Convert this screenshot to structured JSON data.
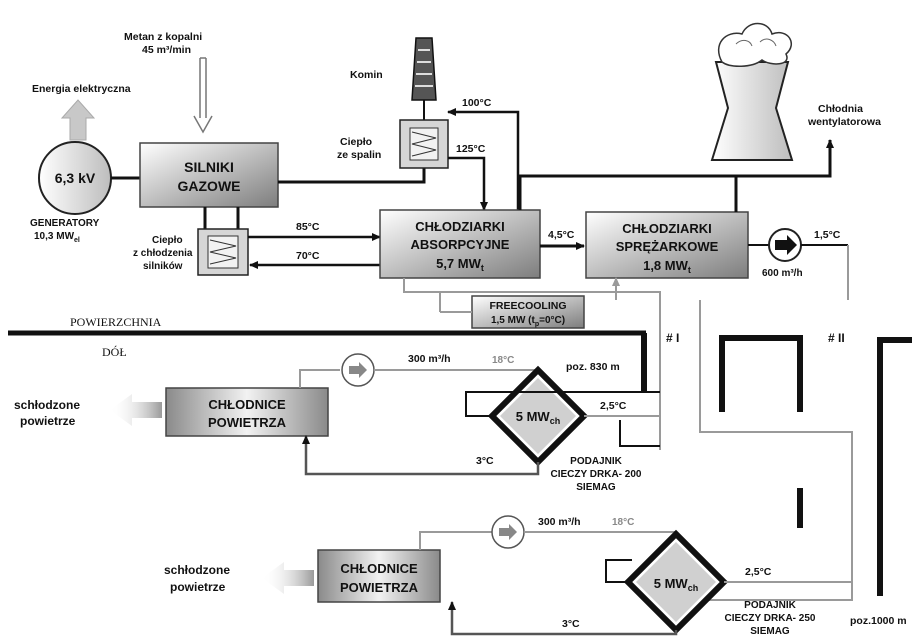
{
  "labels": {
    "metan_line1": "Metan z kopalni",
    "metan_line2": "45 m³/min",
    "energia": "Energia elektryczna",
    "generator_kv": "6,3 kV",
    "generatory_line1": "GENERATORY",
    "generatory_line2": "10,3 MW",
    "generatory_sub": "el",
    "silniki_line1": "SILNIKI",
    "silniki_line2": "GAZOWE",
    "komin": "Komin",
    "cieplo_spalin_line1": "Ciepło",
    "cieplo_spalin_line2": "ze spalin",
    "temp_100": "100°C",
    "temp_125": "125°C",
    "cieplo_silnikow_line1": "Ciepło",
    "cieplo_silnikow_line2": "z chłodzenia",
    "cieplo_silnikow_line3": "silników",
    "temp_85": "85°C",
    "temp_70": "70°C",
    "absorp_line1": "CHŁODZIARKI",
    "absorp_line2": "ABSORPCYJNE",
    "absorp_line3": "5,7 MW",
    "absorp_sub": "t",
    "temp_45": "4,5°C",
    "spr_line1": "CHŁODZIARKI",
    "spr_line2": "SPRĘŻARKOWE",
    "spr_line3": "1,8 MW",
    "spr_sub": "t",
    "temp_15": "1,5°C",
    "flow_600": "600 m³/h",
    "chlodnia_line1": "Chłodnia",
    "chlodnia_line2": "wentylatorowa",
    "free_line1": "FREECOOLING",
    "free_line2": "1,5 MW (t",
    "free_sub": "p",
    "free_line2_end": "=0°C)",
    "powierzchnia": "POWIERZCHNIA",
    "dol": "DÓŁ",
    "shaft_1": "# I",
    "shaft_2": "# II",
    "flow_300_a": "300 m³/h",
    "temp_18_a": "18°C",
    "poz_830": "poz. 830 m",
    "schlodzone_a_line1": "schłodzone",
    "schlodzone_a_line2": "powietrze",
    "chlodnice_a_line1": "CHŁODNICE",
    "chlodnice_a_line2": "POWIETRZA",
    "mw_a": "5 MW",
    "mw_a_sub": "ch",
    "temp_25_a": "2,5°C",
    "temp_3_a": "3°C",
    "podajnik_a_line1": "PODAJNIK",
    "podajnik_a_line2": "CIECZY DRKA- 200",
    "podajnik_a_line3": "SIEMAG",
    "flow_300_b": "300 m³/h",
    "temp_18_b": "18°C",
    "schlodzone_b_line1": "schłodzone",
    "schlodzone_b_line2": "powietrze",
    "chlodnice_b_line1": "CHŁODNICE",
    "chlodnice_b_line2": "POWIETRZA",
    "mw_b": "5 MW",
    "mw_b_sub": "ch",
    "temp_25_b": "2,5°C",
    "temp_3_b": "3°C",
    "podajnik_b_line1": "PODAJNIK",
    "podajnik_b_line2": "CIECZY DRKA- 250",
    "podajnik_b_line3": "SIEMAG",
    "poz_1000": "poz.1000 m"
  },
  "colors": {
    "line": "#111111",
    "grey_line": "#9a9a9a",
    "box_dark": "#7a7a7a",
    "box_light": "#e6e6e6"
  }
}
